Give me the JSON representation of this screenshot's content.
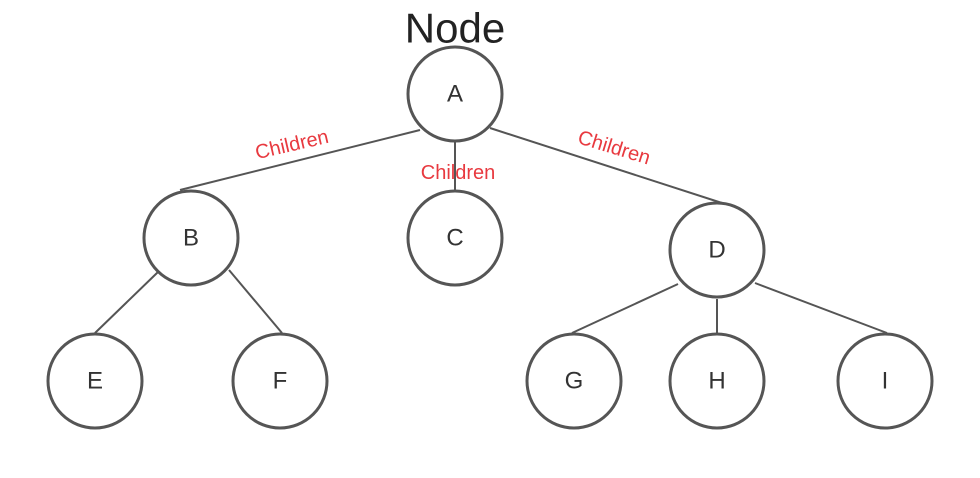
{
  "title": "Node",
  "nodes": [
    {
      "id": "A",
      "label": "A"
    },
    {
      "id": "B",
      "label": "B"
    },
    {
      "id": "C",
      "label": "C"
    },
    {
      "id": "D",
      "label": "D"
    },
    {
      "id": "E",
      "label": "E"
    },
    {
      "id": "F",
      "label": "F"
    },
    {
      "id": "G",
      "label": "G"
    },
    {
      "id": "H",
      "label": "H"
    },
    {
      "id": "I",
      "label": "I"
    }
  ],
  "edges": [
    {
      "from": "A",
      "to": "B",
      "label": "Children"
    },
    {
      "from": "A",
      "to": "C",
      "label": "Children"
    },
    {
      "from": "A",
      "to": "D",
      "label": "Children"
    },
    {
      "from": "B",
      "to": "E",
      "label": ""
    },
    {
      "from": "B",
      "to": "F",
      "label": ""
    },
    {
      "from": "D",
      "to": "G",
      "label": ""
    },
    {
      "from": "D",
      "to": "H",
      "label": ""
    },
    {
      "from": "D",
      "to": "I",
      "label": ""
    }
  ],
  "colors": {
    "edge_label": "#e8393f",
    "stroke": "#555555"
  }
}
